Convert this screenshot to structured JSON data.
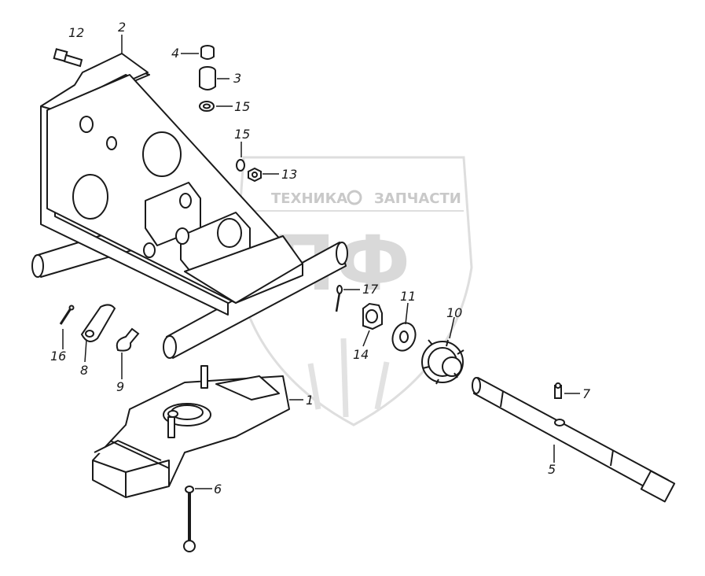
{
  "watermark": {
    "brand_left": "ТЕХНИКА",
    "brand_right": "ЗАПЧАСТИ",
    "logo_letters": "ЭПФ"
  },
  "callouts": {
    "c1": "1",
    "c2": "2",
    "c3": "3",
    "c4": "4",
    "c5": "5",
    "c6": "6",
    "c7": "7",
    "c8": "8",
    "c9": "9",
    "c10": "10",
    "c11": "11",
    "c12": "12",
    "c13": "13",
    "c14": "14",
    "c15a": "15",
    "c15b": "15",
    "c16": "16",
    "c17": "17"
  }
}
